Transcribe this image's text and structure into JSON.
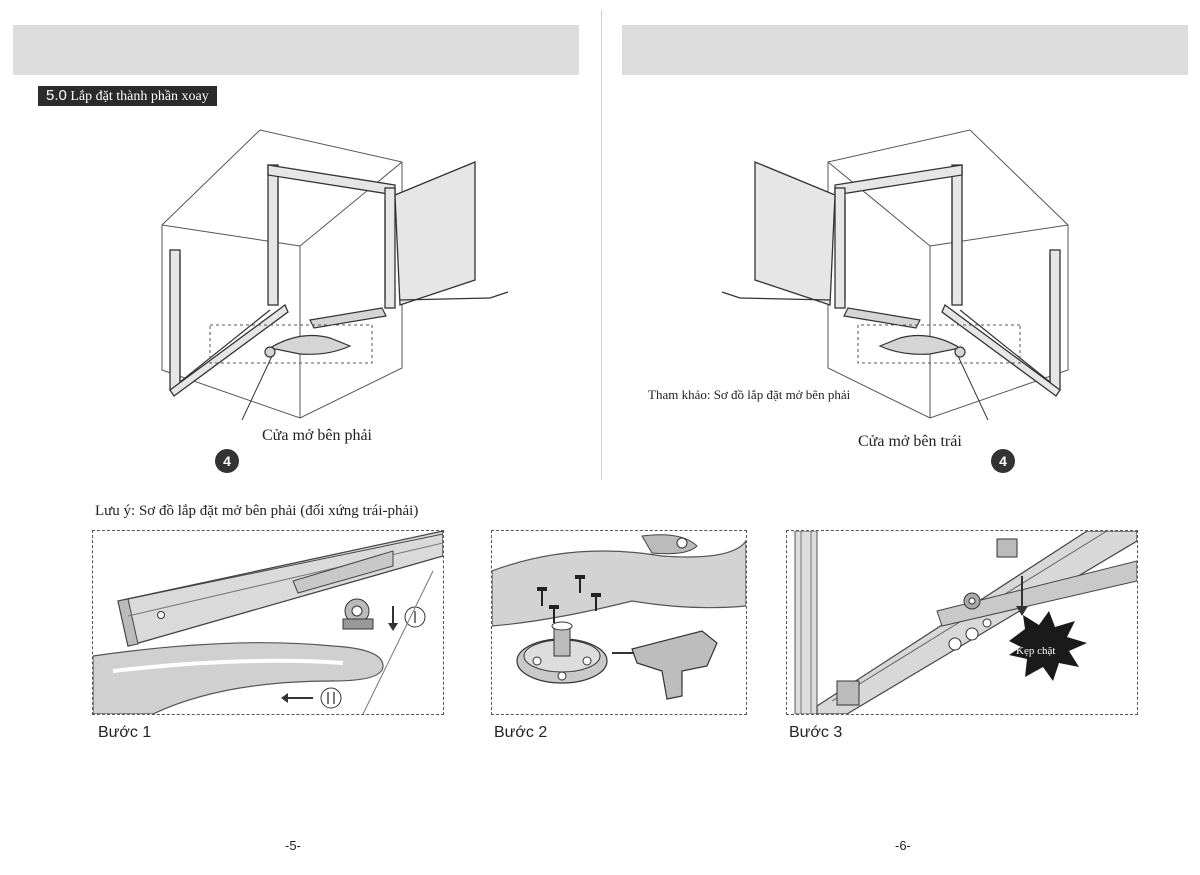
{
  "left_page": {
    "section_number": "5.0",
    "section_title": "Lắp đặt thành phần xoay",
    "figure_caption": "Cửa mở bên phải",
    "badge": "4",
    "page_number": "-5-"
  },
  "right_page": {
    "reference_note": "Tham khảo: Sơ đồ lắp đặt mở bên phải",
    "figure_caption": "Cửa mở bên trái",
    "badge": "4",
    "page_number": "-6-"
  },
  "note": "Lưu ý: Sơ đồ lắp đặt mở bên phải (đối xứng trái-phải)",
  "steps": [
    {
      "label": "Bước 1",
      "markers": [
        "Ⅰ",
        "Ⅱ"
      ]
    },
    {
      "label": "Bước 2"
    },
    {
      "label": "Bước 3",
      "callout": "Kẹp chặt"
    }
  ]
}
